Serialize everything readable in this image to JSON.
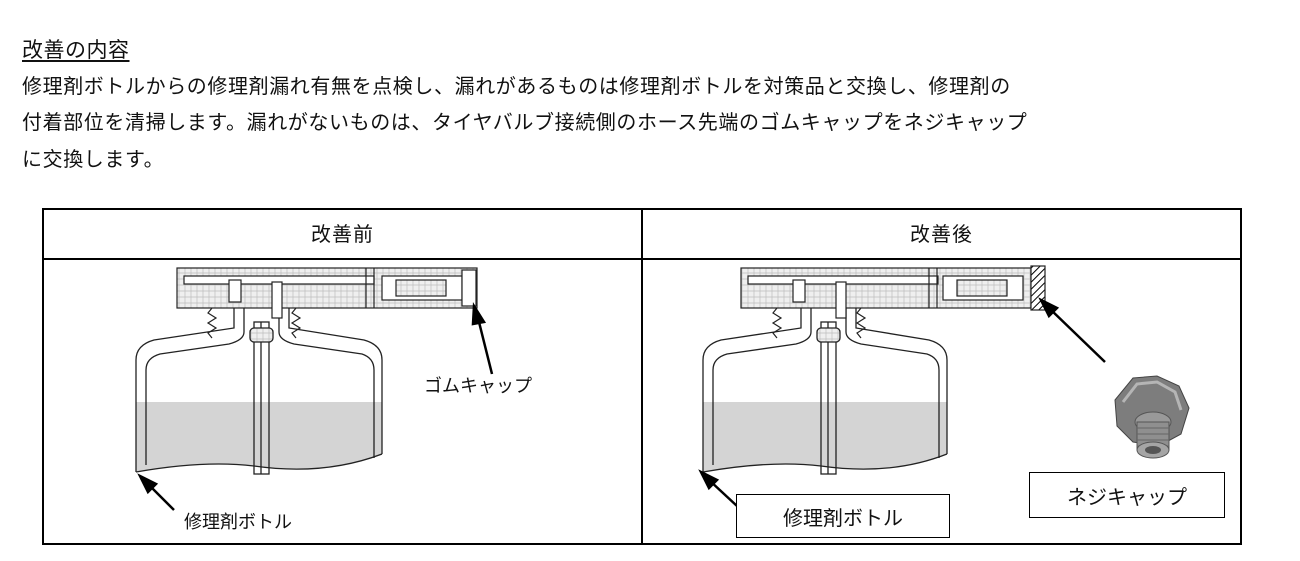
{
  "section": {
    "heading": "改善の内容",
    "lines": [
      "修理剤ボトルからの修理剤漏れ有無を点検し、漏れがあるものは修理剤ボトルを対策品と交換し、修理剤の",
      "付着部位を清掃します。漏れがないものは、タイヤバルブ接続側のホース先端のゴムキャップをネジキャップ",
      "に交換します。"
    ]
  },
  "table": {
    "before_header": "改善前",
    "after_header": "改善後"
  },
  "labels": {
    "rubber_cap": "ゴムキャップ",
    "bottle_before": "修理剤ボトル",
    "bottle_after": "修理剤ボトル",
    "screw_cap": "ネジキャップ"
  },
  "colors": {
    "liquid": "#d4d4d4",
    "line": "#222222",
    "knob": "#8a8a8a"
  }
}
